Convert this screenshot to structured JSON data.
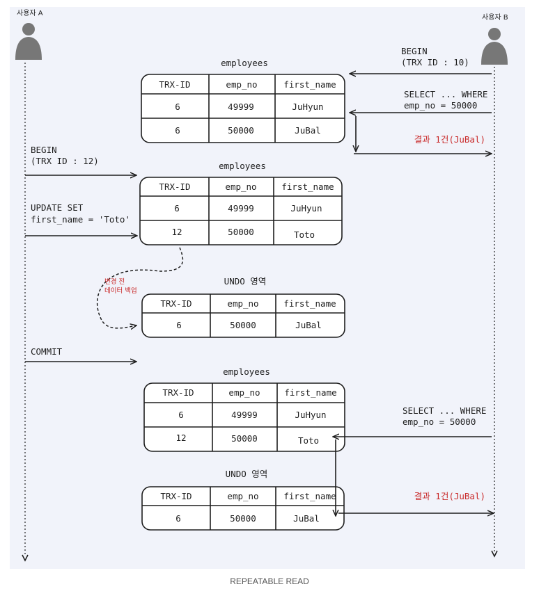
{
  "caption": "REPEATABLE READ",
  "actors": {
    "a": "사용자 A",
    "b": "사용자 B"
  },
  "columns": [
    "TRX-ID",
    "emp_no",
    "first_name"
  ],
  "tables": [
    {
      "title": "employees",
      "rows": [
        [
          "6",
          "49999",
          "JuHyun"
        ],
        [
          "6",
          "50000",
          "JuBal"
        ]
      ]
    },
    {
      "title": "employees",
      "rows": [
        [
          "6",
          "49999",
          "JuHyun"
        ],
        [
          "12",
          "50000",
          "Toto"
        ]
      ]
    },
    {
      "title": "UNDO 영역",
      "rows": [
        [
          "6",
          "50000",
          "JuBal"
        ]
      ]
    },
    {
      "title": "employees",
      "rows": [
        [
          "6",
          "49999",
          "JuHyun"
        ],
        [
          "12",
          "50000",
          "Toto"
        ]
      ]
    },
    {
      "title": "UNDO 영역",
      "rows": [
        [
          "6",
          "50000",
          "JuBal"
        ]
      ]
    }
  ],
  "labels": {
    "b_begin": [
      "BEGIN",
      "(TRX ID : 10)"
    ],
    "b_select1": [
      "SELECT ... WHERE",
      "emp_no = 50000"
    ],
    "b_result1": "결과 1건(JuBal)",
    "a_begin": [
      "BEGIN",
      "(TRX ID : 12)"
    ],
    "a_update": [
      "UPDATE SET",
      "first_name = 'Toto'"
    ],
    "backup_note": [
      "변경 전",
      "데이터 백업"
    ],
    "a_commit": "COMMIT",
    "b_select2": [
      "SELECT ... WHERE",
      "emp_no = 50000"
    ],
    "b_result2": "결과 1건(JuBal)"
  },
  "colors": {
    "highlight": "#c92a2a",
    "background": "#f1f3fa"
  }
}
